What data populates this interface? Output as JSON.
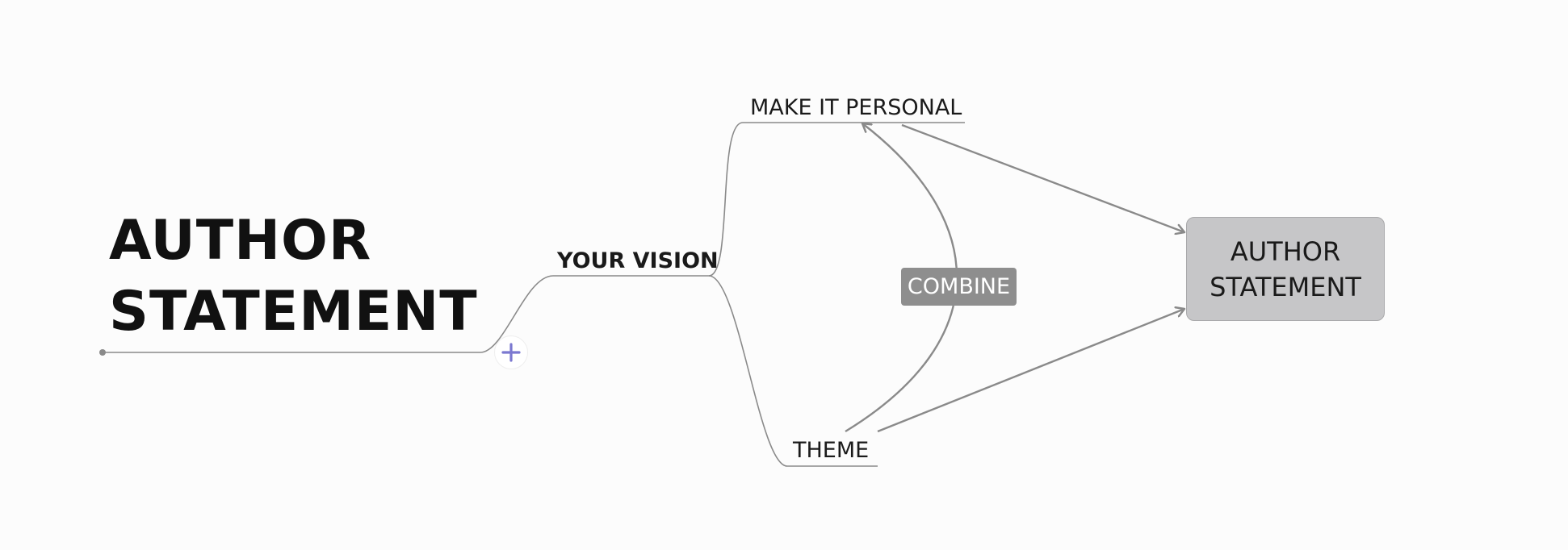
{
  "diagram": {
    "root": {
      "lines": [
        "AUTHOR",
        "STATEMENT"
      ]
    },
    "nodes": {
      "your_vision": "YOUR VISION",
      "make_it_personal": "MAKE IT PERSONAL",
      "theme": "THEME"
    },
    "relationship_label": "COMBINE",
    "target": {
      "lines": [
        "AUTHOR",
        "STATEMENT"
      ]
    },
    "add_button_icon": "plus-icon"
  },
  "colors": {
    "background": "#fcfcfc",
    "connector": "#8a8a8a",
    "combine_tag": "#8e8e8e",
    "target_fill": "#c6c6c8",
    "add_icon": "#7b78d0"
  }
}
